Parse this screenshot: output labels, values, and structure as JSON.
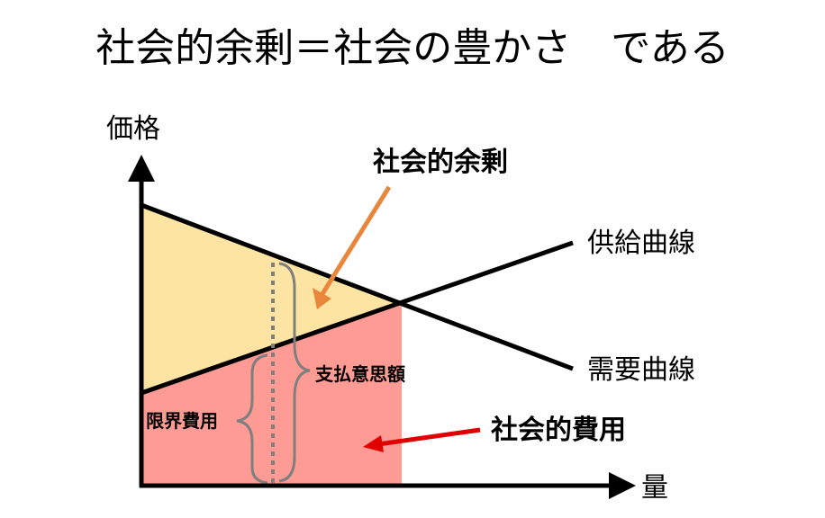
{
  "title": "社会的余剰＝社会の豊かさ　である",
  "diagram": {
    "axes": {
      "y_label": "価格",
      "x_label": "量"
    },
    "curves": {
      "supply_label": "供給曲線",
      "demand_label": "需要曲線"
    },
    "annotations": {
      "social_surplus": "社会的余剰",
      "social_cost": "社会的費用",
      "willingness_to_pay": "支払意思額",
      "marginal_cost": "限界費用"
    },
    "colors": {
      "surplus_fill": "#fde4a3",
      "cost_fill": "#fd9b94",
      "surplus_arrow": "#e8863c",
      "cost_arrow": "#e00000",
      "brace": "#7f7f7f",
      "line": "#000000"
    }
  }
}
